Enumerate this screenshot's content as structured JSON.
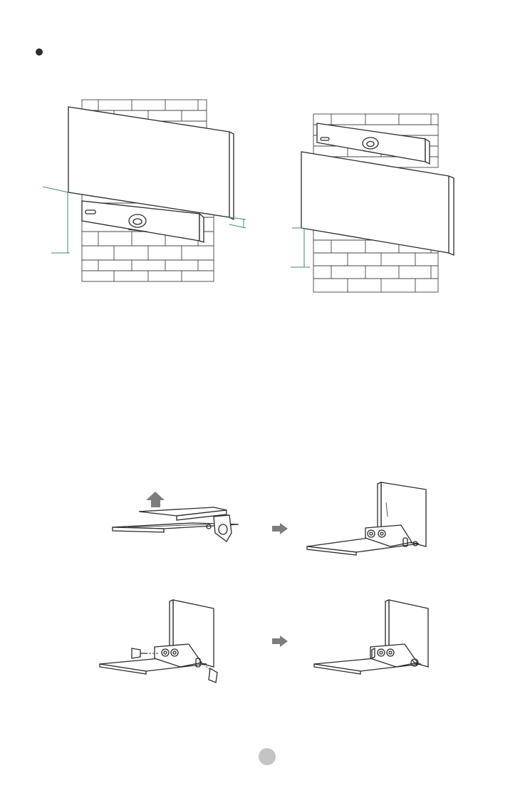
{
  "page": {
    "page_number": "",
    "bullet_color": "#2b2b2b",
    "page_badge_color": "#c4c4c4",
    "guide_line_color": "#3f8a6e",
    "arrow_color": "#7d7d7d"
  },
  "illustrations": {
    "mount_below_tv": "camera-bar-below-tv-on-brick-wall",
    "mount_above_tv": "camera-bar-above-tv-on-brick-wall",
    "bracket_step_1": "bracket-remove-plate",
    "bracket_step_2": "bracket-folded-upright",
    "bracket_step_3": "bracket-insert-screws",
    "bracket_step_4": "bracket-screws-tightened"
  },
  "icons": {
    "step_arrow": "arrow-right-icon",
    "lift_arrow": "arrow-up-icon",
    "bullet": "bullet-icon"
  }
}
